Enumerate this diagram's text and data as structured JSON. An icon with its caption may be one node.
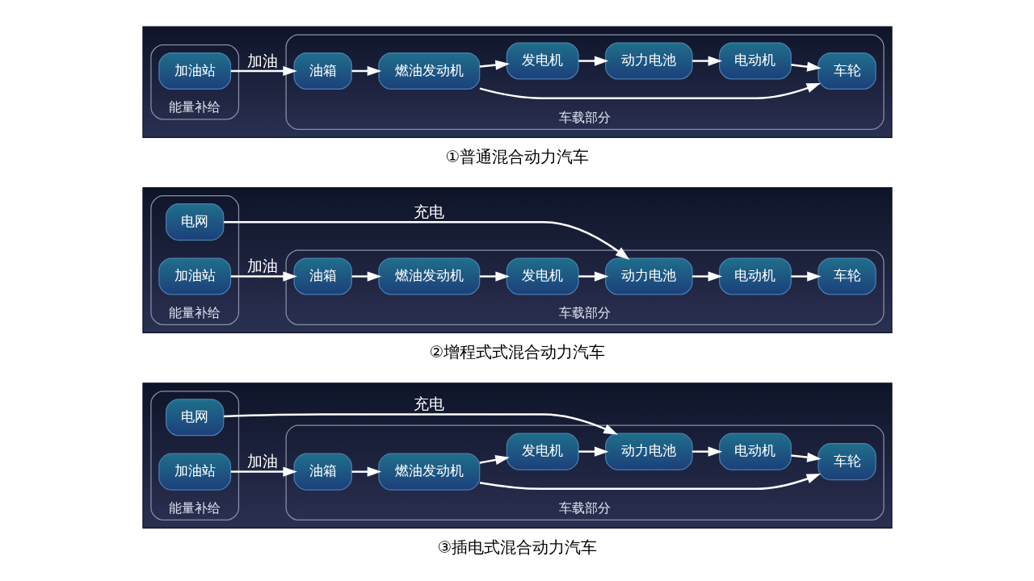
{
  "diagram": {
    "nodes": [
      {
        "text": [],
        "shape": "box",
        "beside": [
          "①普通混合动力汽车"
        ]
      },
      {
        "text": [
          "能量补给"
        ],
        "in": 0
      },
      {
        "text": [
          "加油站"
        ],
        "in": 1
      },
      {
        "text": [
          "车载部分"
        ],
        "in": 0
      },
      {
        "text": [
          "油箱"
        ],
        "in": 3
      },
      {
        "text": [
          "燃油发动机"
        ],
        "in": 3
      },
      {
        "text": [
          "车轮"
        ],
        "in": 3
      },
      {
        "text": [
          "发电机"
        ],
        "in": 3
      },
      {
        "text": [
          "动力电池"
        ],
        "in": 3
      },
      {
        "text": [
          "电动机"
        ],
        "in": 3
      },
      {
        "text": [],
        "shape": "box",
        "beside": [
          "②增程式式混合动力汽车"
        ]
      },
      {
        "text": [
          "能量补给"
        ],
        "in": 10
      },
      {
        "text": [
          "加油站"
        ],
        "in": 11
      },
      {
        "text": [
          "电网"
        ],
        "in": 11
      },
      {
        "text": [
          "车载部分"
        ],
        "in": 10
      },
      {
        "text": [
          "油箱"
        ],
        "in": 14
      },
      {
        "text": [
          "燃油发动机"
        ],
        "in": 14
      },
      {
        "text": [
          "车轮"
        ],
        "in": 14
      },
      {
        "text": [
          "发电机"
        ],
        "in": 14
      },
      {
        "text": [
          "动力电池"
        ],
        "in": 14
      },
      {
        "text": [
          "电动机"
        ],
        "in": 14
      },
      {
        "text": [],
        "shape": "box",
        "beside": [
          "③插电式混合动力汽车"
        ]
      },
      {
        "text": [
          "能量补给"
        ],
        "in": 21
      },
      {
        "text": [
          "加油站"
        ],
        "in": 22
      },
      {
        "text": [
          "电网"
        ],
        "in": 22
      },
      {
        "text": [
          "车载部分"
        ],
        "in": 21
      },
      {
        "text": [
          "油箱"
        ],
        "in": 25
      },
      {
        "text": [
          "燃油发动机"
        ],
        "in": 25
      },
      {
        "text": [
          "车轮"
        ],
        "in": 25
      },
      {
        "text": [
          "发电机"
        ],
        "in": 25
      },
      {
        "text": [
          "动力电池"
        ],
        "in": 25
      },
      {
        "text": [
          "电动机"
        ],
        "in": 25
      }
    ],
    "edges": [
      {
        "from": 2,
        "to": 4,
        "arrow": "to",
        "label": "加油"
      },
      {
        "from": 4,
        "to": 5,
        "arrow": "to"
      },
      {
        "from": 5,
        "to": 6,
        "arrow": "to"
      },
      {
        "from": 5,
        "to": 7,
        "arrow": "to"
      },
      {
        "from": 7,
        "to": 8,
        "arrow": "to"
      },
      {
        "from": 8,
        "to": 9,
        "arrow": "to"
      },
      {
        "from": 9,
        "to": 6,
        "arrow": "to"
      },
      {
        "from": 12,
        "to": 15,
        "arrow": "to",
        "label": "加油"
      },
      {
        "from": 13,
        "to": 19,
        "arrow": "to",
        "label": "充电"
      },
      {
        "from": 15,
        "to": 16,
        "arrow": "to"
      },
      {
        "from": 16,
        "to": 18,
        "arrow": "to"
      },
      {
        "from": 18,
        "to": 19,
        "arrow": "to"
      },
      {
        "from": 19,
        "to": 20,
        "arrow": "to"
      },
      {
        "from": 20,
        "to": 17,
        "arrow": "to"
      },
      {
        "from": 23,
        "to": 26,
        "arrow": "to",
        "label": "加油"
      },
      {
        "from": 24,
        "to": 30,
        "arrow": "to",
        "label": "充电"
      },
      {
        "from": 26,
        "to": 27,
        "arrow": "to"
      },
      {
        "from": 27,
        "to": 28,
        "arrow": "to"
      },
      {
        "from": 27,
        "to": 29,
        "arrow": "to"
      },
      {
        "from": 29,
        "to": 30,
        "arrow": "to"
      },
      {
        "from": 30,
        "to": 31,
        "arrow": "to"
      },
      {
        "from": 31,
        "to": 28,
        "arrow": "to"
      }
    ]
  }
}
